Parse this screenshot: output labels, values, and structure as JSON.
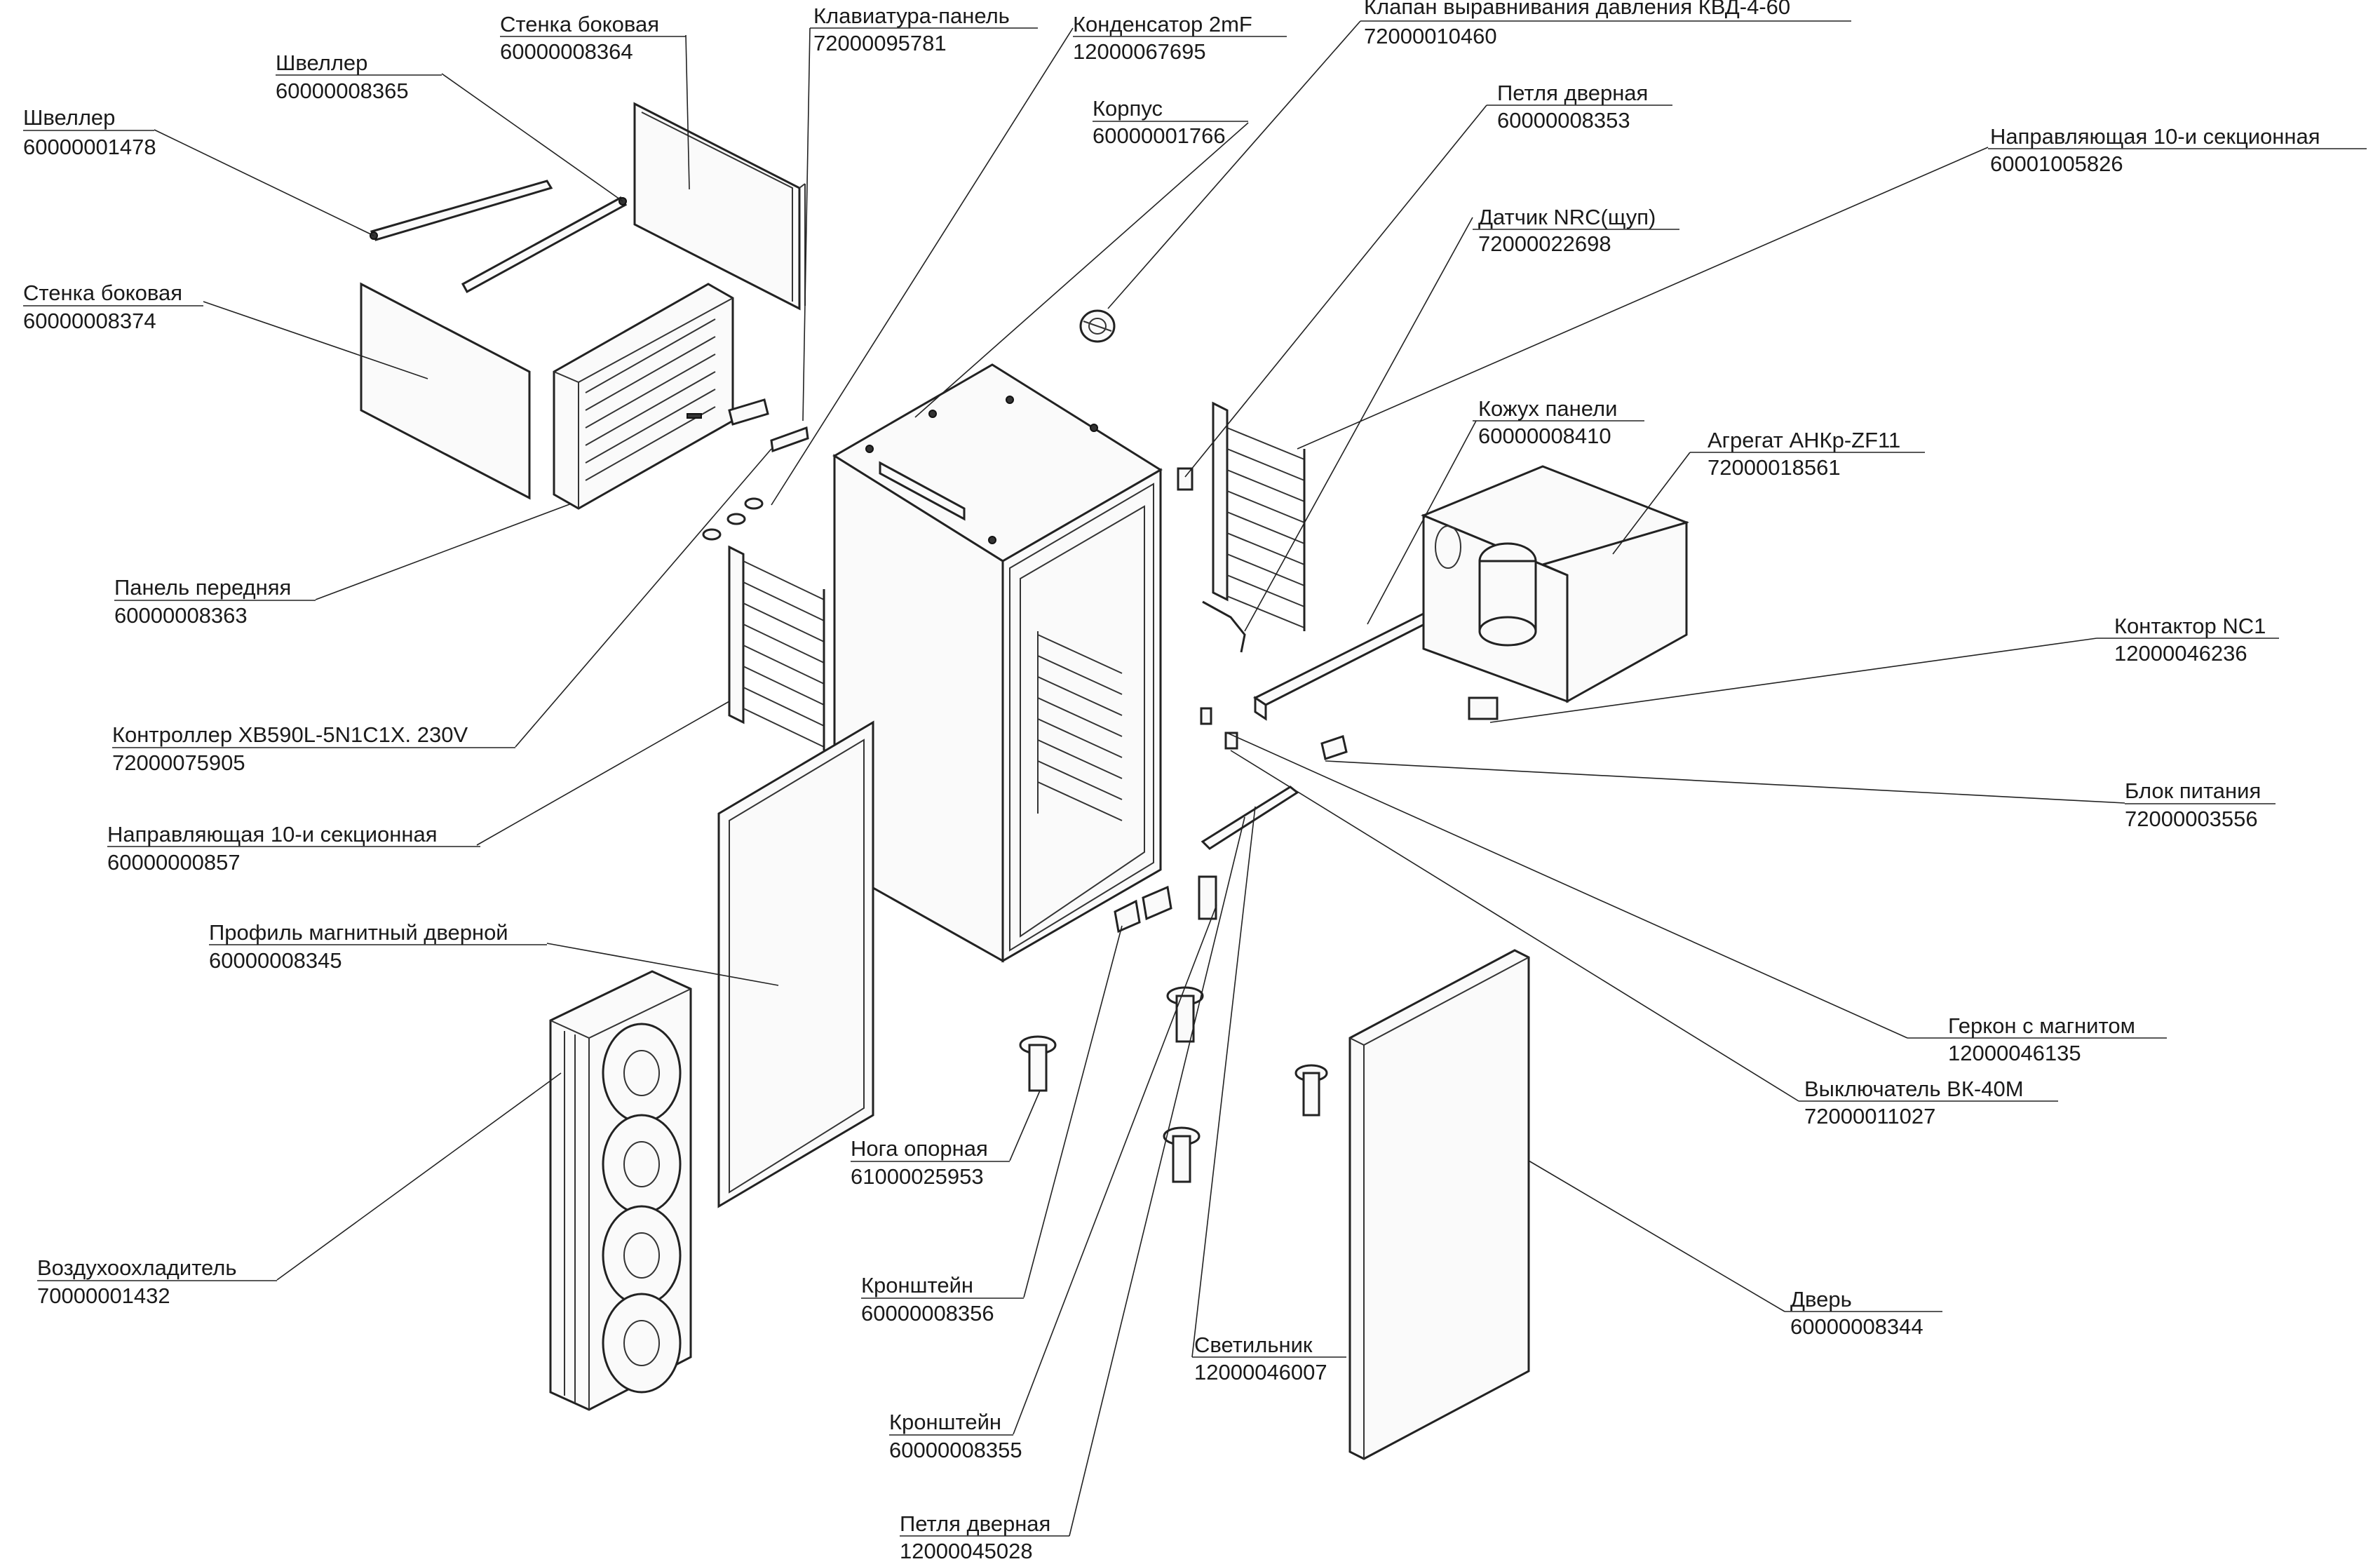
{
  "labels": [
    {
      "id": "shveller-1478",
      "name": "Швеллер",
      "code": "60000001478"
    },
    {
      "id": "shveller-8365",
      "name": "Швеллер",
      "code": "60000008365"
    },
    {
      "id": "stenka-8364",
      "name": "Стенка боковая",
      "code": "60000008364"
    },
    {
      "id": "klaviatura",
      "name": "Клавиатура-панель",
      "code": "72000095781"
    },
    {
      "id": "kondensator",
      "name": "Конденсатор 2mF",
      "code": "12000067695"
    },
    {
      "id": "klapan",
      "name": "Клапан выравнивания давления КВД-4-60",
      "code": "72000010460"
    },
    {
      "id": "korpus",
      "name": "Корпус",
      "code": "60000001766"
    },
    {
      "id": "petlya-8353",
      "name": "Петля дверная",
      "code": "60000008353"
    },
    {
      "id": "napr-5826",
      "name": "Направляющая 10-и секционная",
      "code": "60001005826"
    },
    {
      "id": "datchik",
      "name": "Датчик NRC(щуп)",
      "code": "72000022698"
    },
    {
      "id": "stenka-8374",
      "name": "Стенка боковая",
      "code": "60000008374"
    },
    {
      "id": "kozhukh",
      "name": "Кожух панели",
      "code": "60000008410"
    },
    {
      "id": "agregat",
      "name": "Агрегат АНКр-ZF11",
      "code": "72000018561"
    },
    {
      "id": "panel-perednyaya",
      "name": "Панель передняя",
      "code": "60000008363"
    },
    {
      "id": "kontaktor",
      "name": "Контактор NC1",
      "code": "12000046236"
    },
    {
      "id": "kontroller",
      "name": "Контроллер XB590L-5N1C1X. 230V",
      "code": "72000075905"
    },
    {
      "id": "blok-pitaniya",
      "name": "Блок питания",
      "code": "72000003556"
    },
    {
      "id": "napr-0857",
      "name": "Направляющая 10-и секционная",
      "code": "60000000857"
    },
    {
      "id": "profil",
      "name": "Профиль магнитный дверной",
      "code": "60000008345"
    },
    {
      "id": "gerkon",
      "name": "Геркон с магнитом",
      "code": "12000046135"
    },
    {
      "id": "vyklyuchatel",
      "name": "Выключатель ВК-40М",
      "code": "72000011027"
    },
    {
      "id": "noga",
      "name": "Нога опорная",
      "code": "61000025953"
    },
    {
      "id": "vozdukhookhladitel",
      "name": "Воздухоохладитель",
      "code": "70000001432"
    },
    {
      "id": "kronshtein-8356",
      "name": "Кронштейн",
      "code": "60000008356"
    },
    {
      "id": "dver",
      "name": "Дверь",
      "code": "60000008344"
    },
    {
      "id": "svetilnik",
      "name": "Светильник",
      "code": "12000046007"
    },
    {
      "id": "kronshtein-8355",
      "name": "Кронштейн",
      "code": "60000008355"
    },
    {
      "id": "petlya-5028",
      "name": "Петля дверная",
      "code": "12000045028"
    }
  ]
}
